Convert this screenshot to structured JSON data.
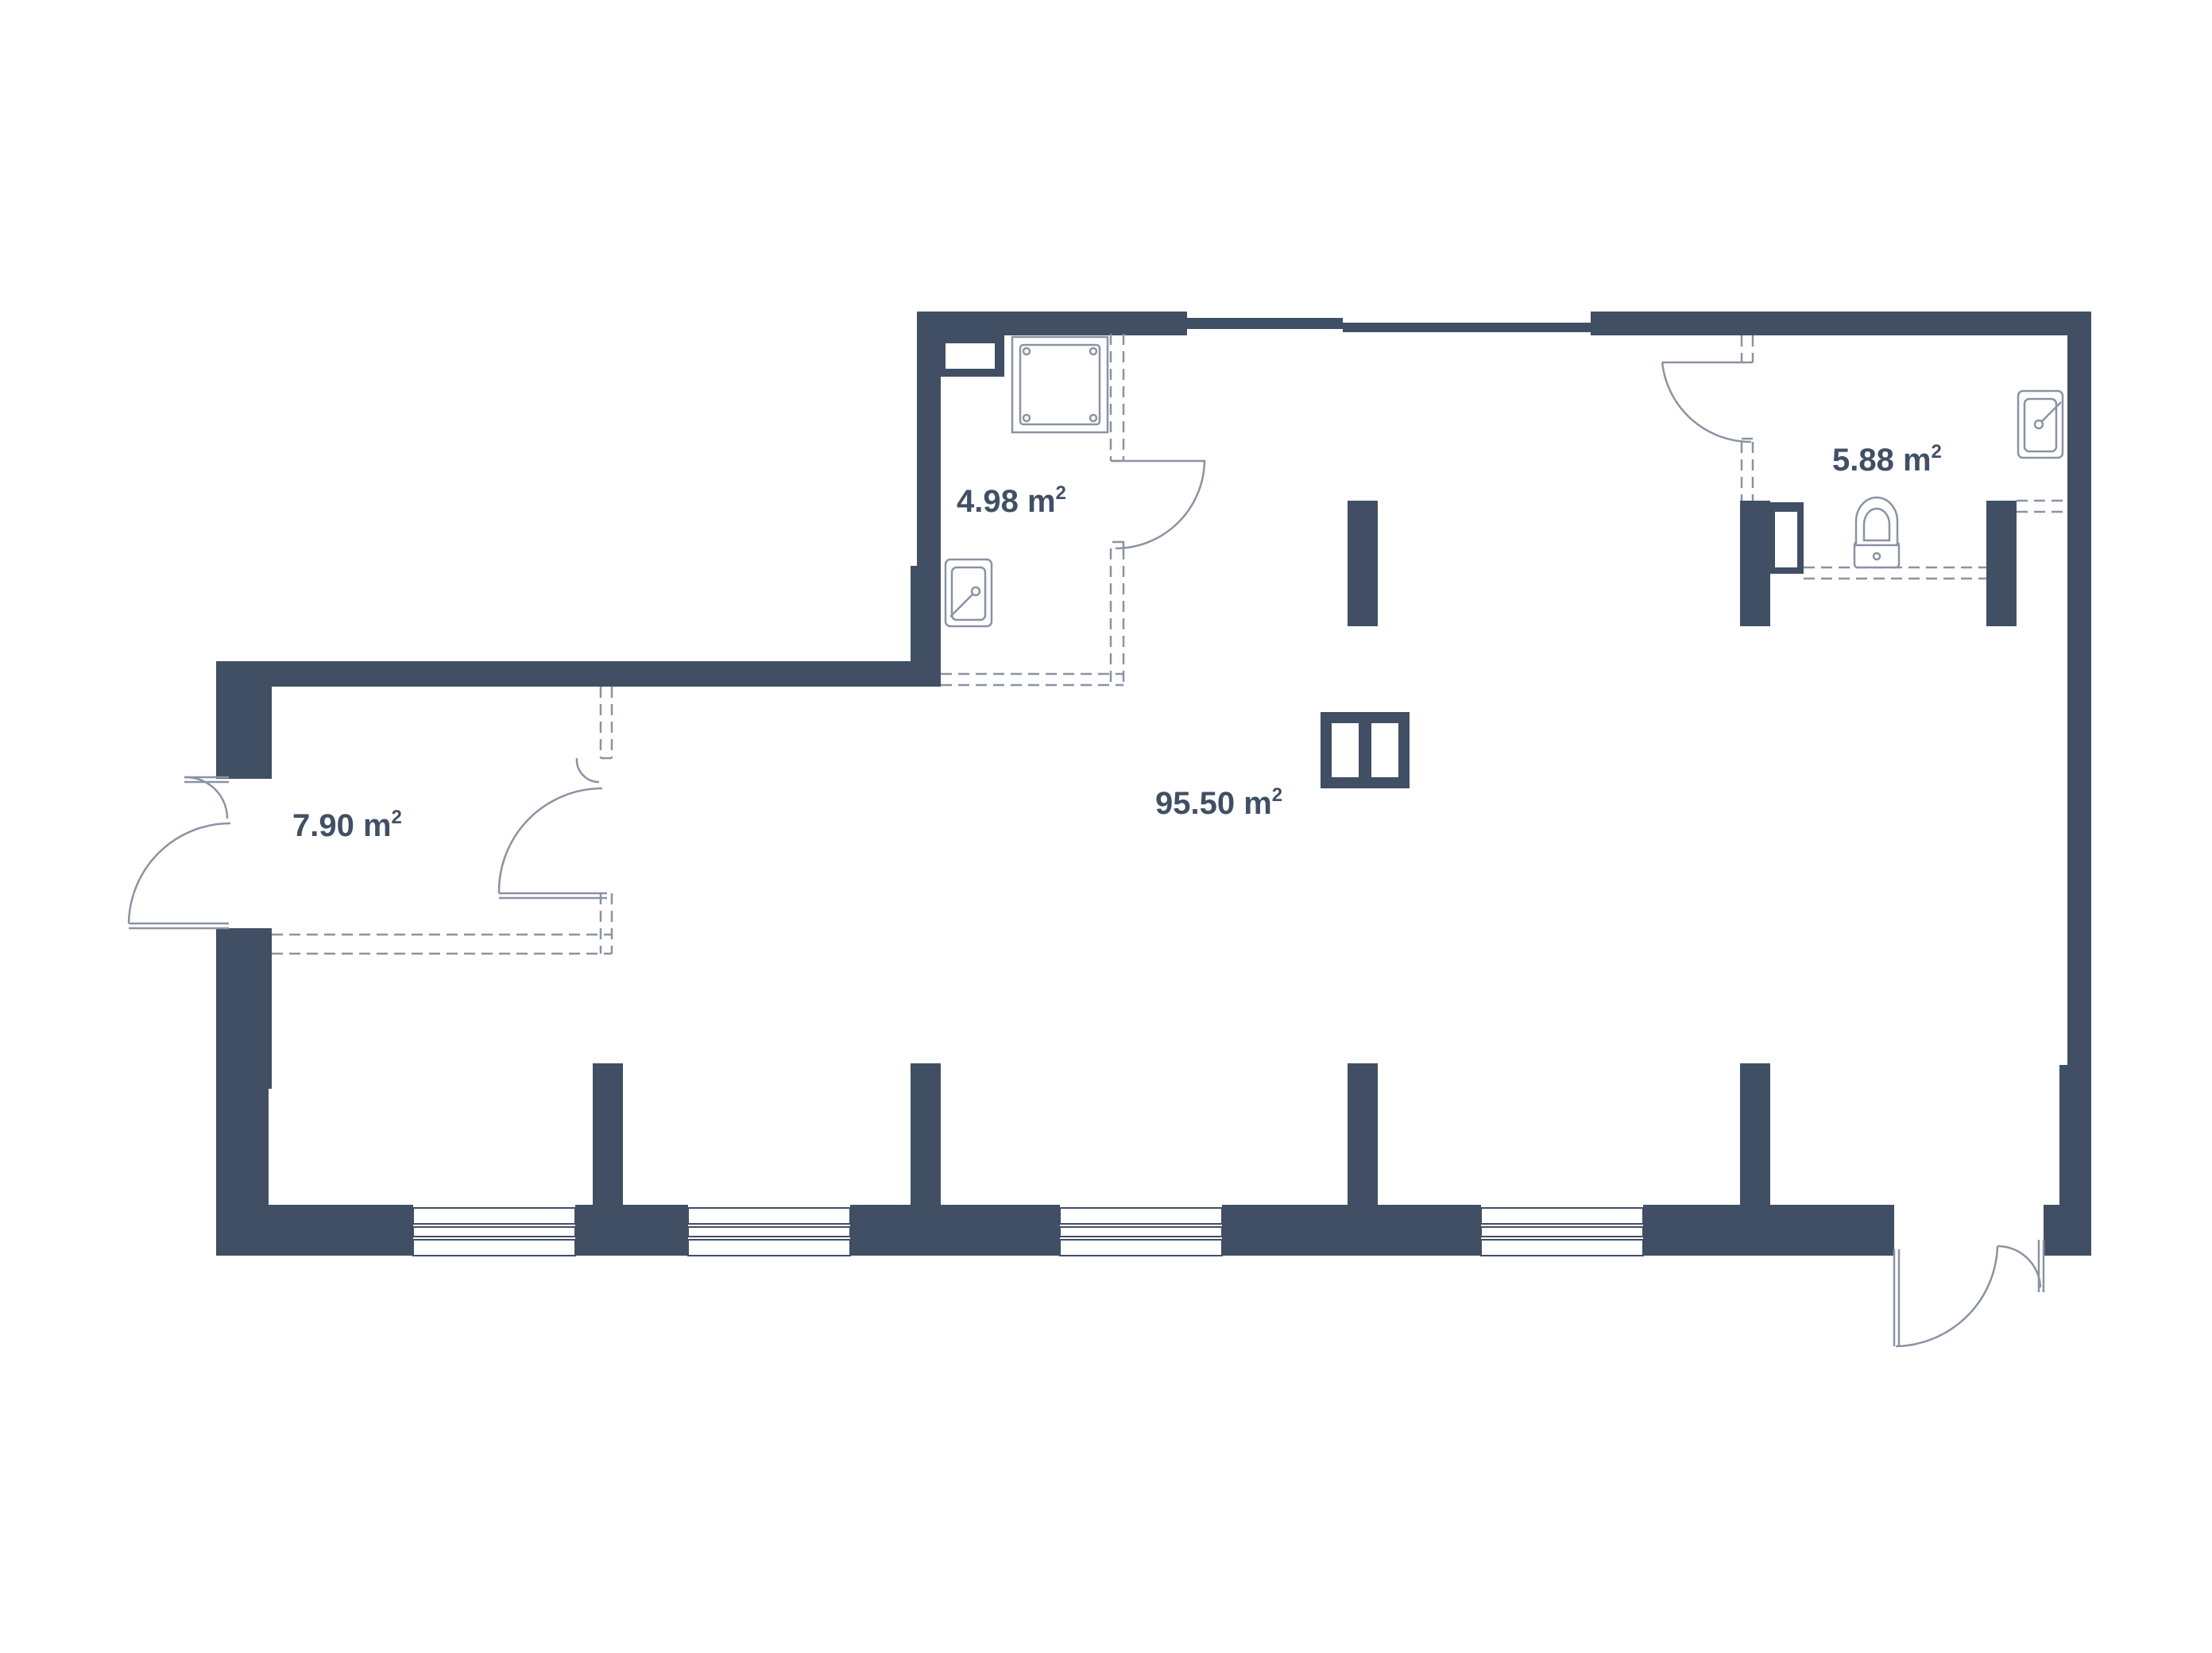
{
  "colors": {
    "wall": "#414f65",
    "line": "#8a93a3",
    "label": "#414f65",
    "background": "#ffffff"
  },
  "rooms": [
    {
      "id": "bathroom",
      "area": "4.98 m",
      "unit_sup": "2"
    },
    {
      "id": "wc",
      "area": "5.88 m",
      "unit_sup": "2"
    },
    {
      "id": "entrance-hall",
      "area": "7.90 m",
      "unit_sup": "2"
    },
    {
      "id": "main-hall",
      "area": "95.50 m",
      "unit_sup": "2"
    }
  ],
  "fixtures": [
    "shower-icon",
    "sink-icon",
    "toilet-icon",
    "window-icon",
    "door-icon"
  ]
}
